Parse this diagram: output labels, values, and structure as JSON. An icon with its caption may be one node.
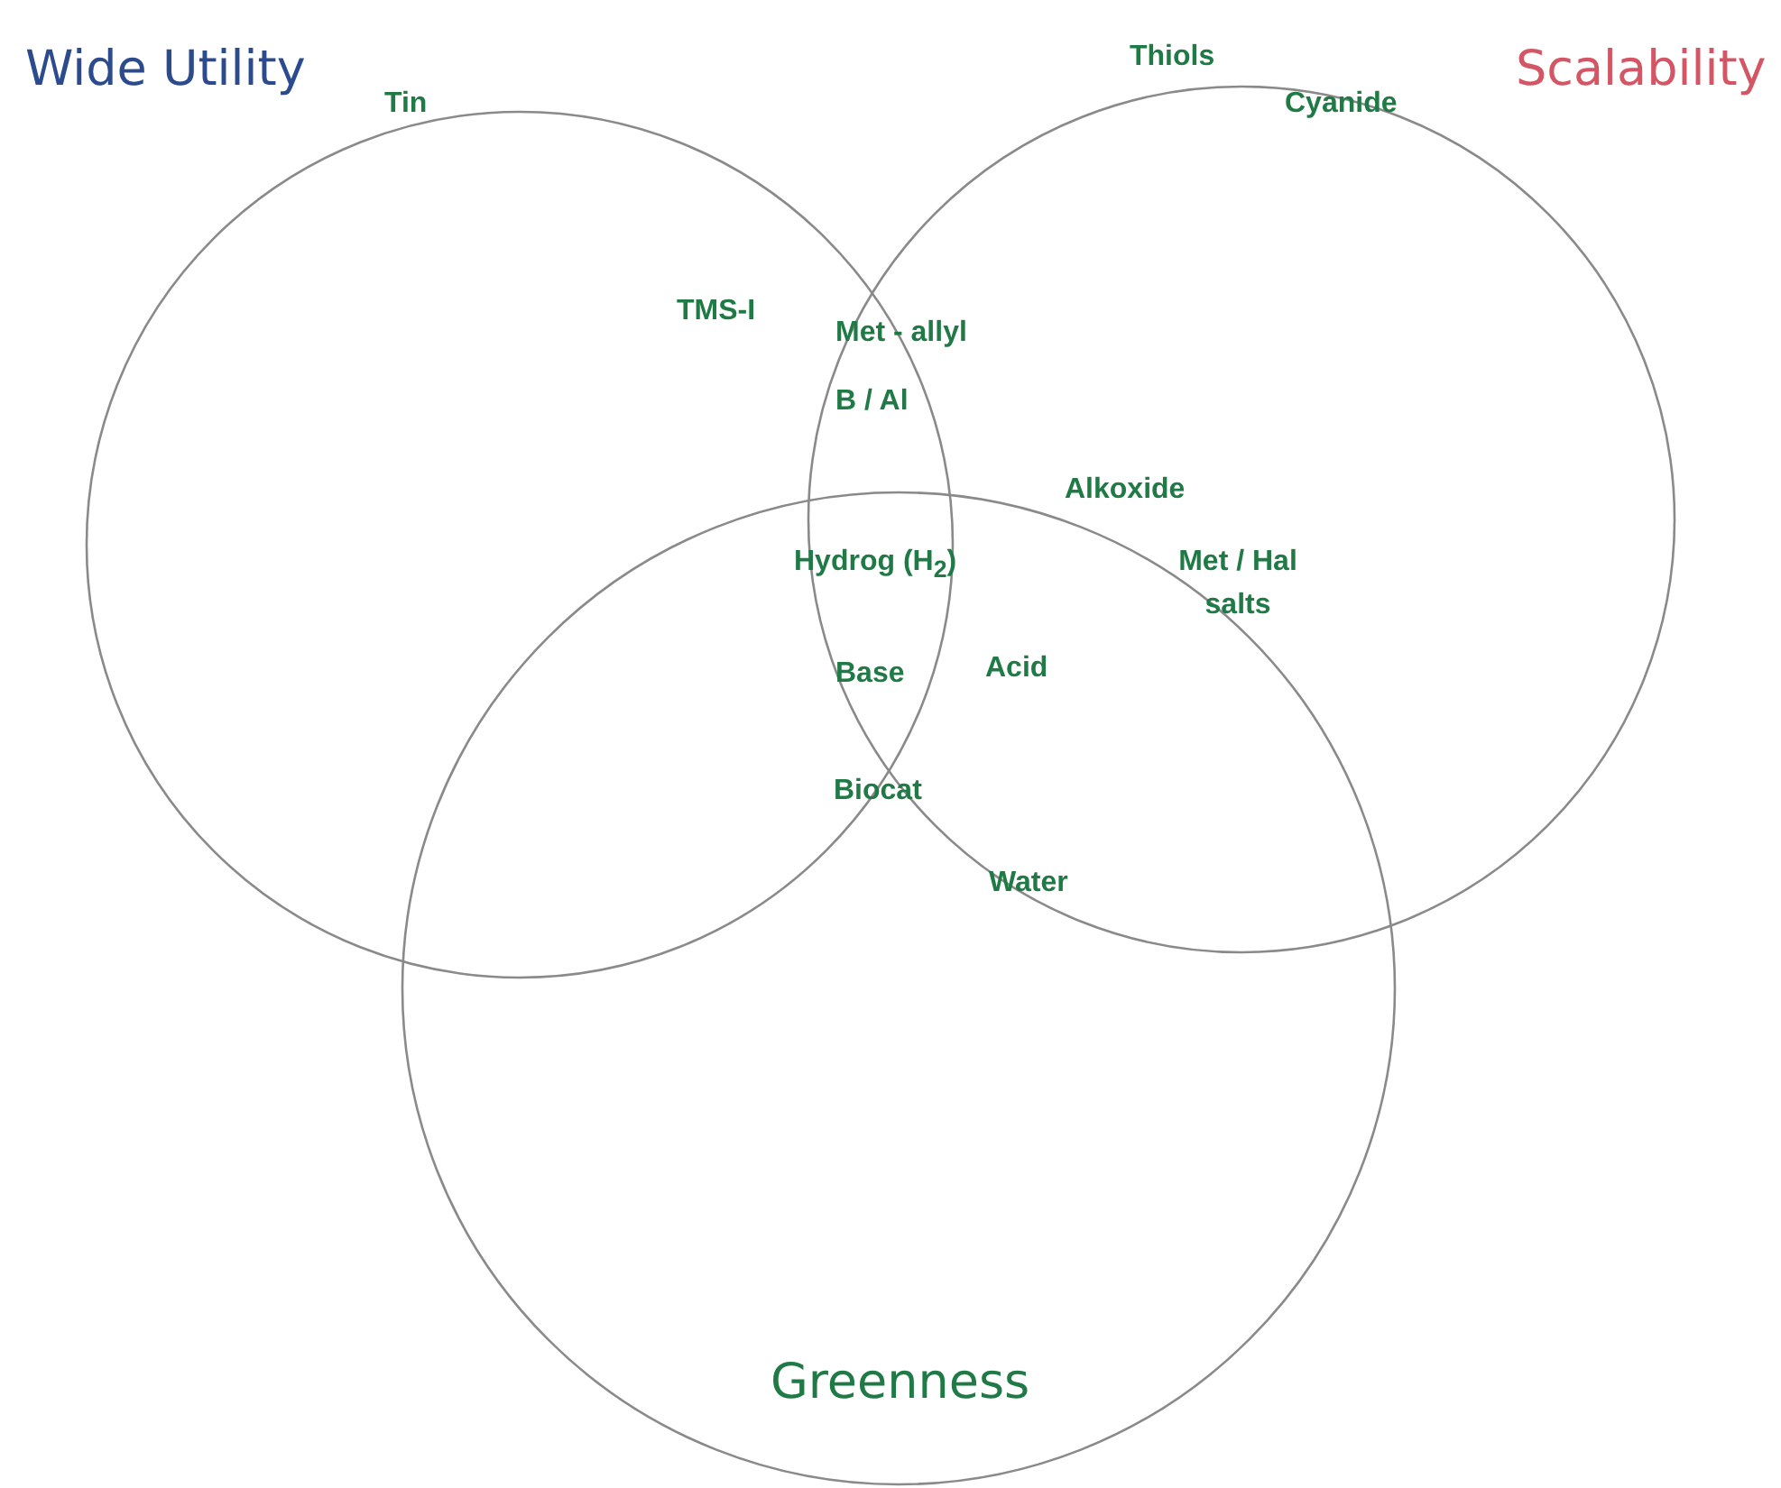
{
  "diagram": {
    "nodes": [
      {
        "text": [
          "Wide Utility"
        ]
      },
      {
        "text": [
          "Scalability"
        ]
      },
      {
        "text": [
          "Greenness"
        ]
      }
    ],
    "labels": [
      "Thiols",
      "Tin",
      "Cyanide",
      "TMS-I",
      "Met - allyl",
      "B / Al",
      "Alkoxide",
      "Hydrog (H$_{2}$)",
      "Met / Hal salts",
      "Base",
      "Acid",
      "Biocat",
      "Water"
    ]
  }
}
